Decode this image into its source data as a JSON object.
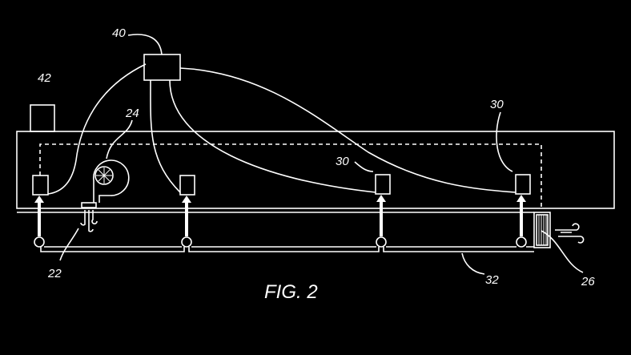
{
  "figure": {
    "title": "FIG. 2",
    "labels": {
      "controller": "40",
      "unit": "42",
      "fan": "24",
      "sensor_a": "30",
      "sensor_b": "30",
      "source": "22",
      "pipe": "32",
      "vent": "26"
    },
    "colors": {
      "background": "#000000",
      "line": "#ffffff"
    }
  }
}
